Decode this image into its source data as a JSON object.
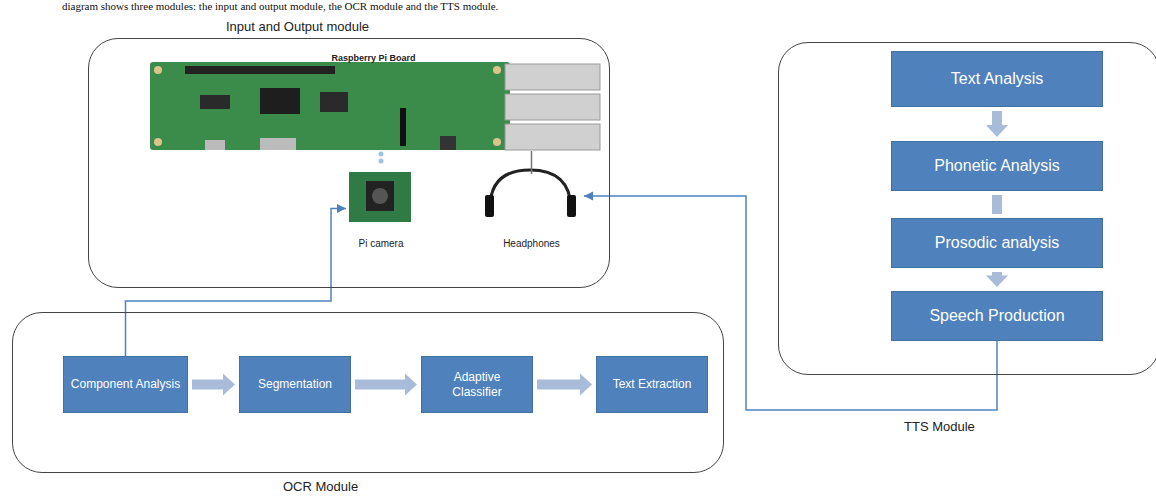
{
  "diagram": {
    "nodes": [
      {
        "text": [
          "Input and Output module"
        ]
      },
      {
        "text": [
          "Raspberry Pi Board"
        ],
        "in": 0
      },
      {
        "text": [
          "Pi camera"
        ],
        "in": 0
      },
      {
        "text": [
          "Headphones"
        ],
        "in": 0
      },
      {
        "text": [
          "TTS Module"
        ]
      },
      {
        "text": [
          "Text Analysis"
        ],
        "in": 4
      },
      {
        "text": [
          "Phonetic Analysis"
        ],
        "in": 4
      },
      {
        "text": [
          "Prosodic analysis"
        ],
        "in": 4
      },
      {
        "text": [
          "Speech Production"
        ],
        "in": 4
      },
      {
        "text": [
          "OCR Module"
        ]
      },
      {
        "text": [
          "Component Analysis"
        ],
        "in": 9
      },
      {
        "text": [
          "Segmentation"
        ],
        "in": 9
      },
      {
        "text": [
          "Adaptive Classifier"
        ],
        "in": 9
      },
      {
        "text": [
          "Text Extraction"
        ],
        "in": 9
      }
    ],
    "edges": [
      {
        "from": 10,
        "to": 11,
        "arrow": "to"
      },
      {
        "from": 11,
        "to": 12,
        "arrow": "to"
      },
      {
        "from": 12,
        "to": 13,
        "arrow": "to"
      },
      {
        "from": 5,
        "to": 6,
        "arrow": "to"
      },
      {
        "from": 6,
        "to": 7,
        "arrow": "none"
      },
      {
        "from": 7,
        "to": 8,
        "arrow": "to"
      },
      {
        "from": 10,
        "to": 2,
        "arrow": "to"
      },
      {
        "from": 8,
        "to": 3,
        "arrow": "to"
      },
      {
        "from": 1,
        "to": 2,
        "arrow": "none"
      },
      {
        "from": 1,
        "to": 3,
        "arrow": "none"
      }
    ],
    "labels": [
      "diagram shows three modules: the input and output module, the OCR module and the TTS module."
    ]
  }
}
